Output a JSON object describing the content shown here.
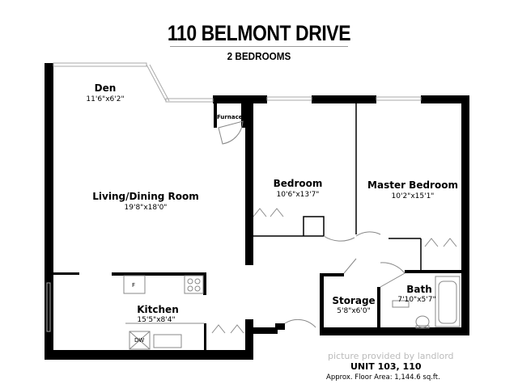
{
  "header": {
    "title": "110 BELMONT DRIVE",
    "subtitle": "2 BEDROOMS"
  },
  "rooms": [
    {
      "name": "Den",
      "size": "11'6\"x6'2\""
    },
    {
      "name": "Living/Dining Room",
      "size": "19'8\"x18'0\""
    },
    {
      "name": "Bedroom",
      "size": "10'6\"x13'7\""
    },
    {
      "name": "Master Bedroom",
      "size": "10'2\"x15'1\""
    },
    {
      "name": "Storage",
      "size": "5'8\"x6'0\""
    },
    {
      "name": "Bath",
      "size": "7'10\"x5'7\""
    },
    {
      "name": "Kitchen",
      "size": "15'5\"x8'4\""
    }
  ],
  "fixtures": {
    "furnace": "Furnace",
    "fridge": "F",
    "dishwasher": "DW"
  },
  "footer": {
    "credit": "picture provided by landlord",
    "unit": "UNIT 103,  110",
    "area": "Approx. Floor Area: 1,144.6 sq.ft."
  }
}
